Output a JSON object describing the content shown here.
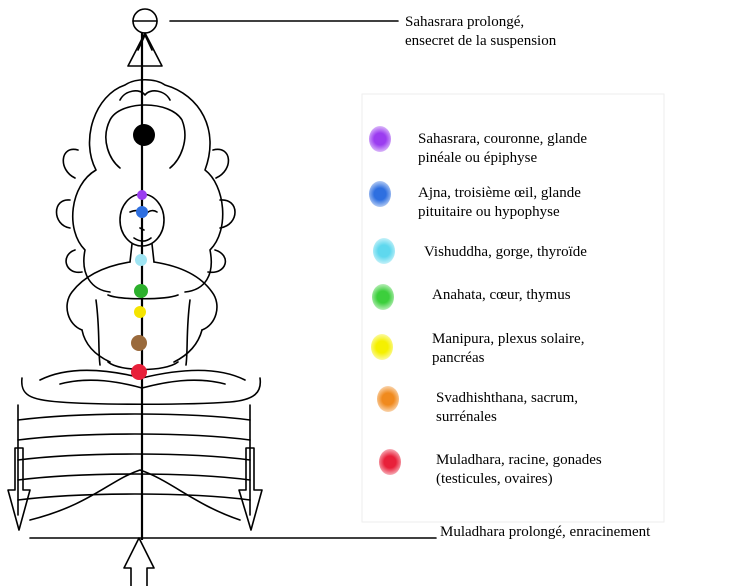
{
  "top_label": "Sahasrara prolongé,\nensecret de la suspension",
  "bottom_label": "Muladhara prolongé, enracinement",
  "chakras": [
    {
      "label": "Sahasrara, couronne, glande\npinéale ou épiphyse",
      "color": "#9b3df0",
      "icon": "sahasrara-dot-icon"
    },
    {
      "label": "Ajna, troisième œil, glande\npituitaire ou hypophyse",
      "color": "#2e6fe0",
      "icon": "ajna-dot-icon"
    },
    {
      "label": "Vishuddha, gorge, thyroïde",
      "color": "#5fd8ee",
      "icon": "vishuddha-dot-icon"
    },
    {
      "label": "Anahata, cœur, thymus",
      "color": "#3ccf3c",
      "icon": "anahata-dot-icon"
    },
    {
      "label": "Manipura, plexus solaire,\npancréas",
      "color": "#f5f000",
      "icon": "manipura-dot-icon"
    },
    {
      "label": "Svadhishthana, sacrum,\nsurrénales",
      "color": "#f08a1e",
      "icon": "svadhishthana-dot-icon"
    },
    {
      "label": "Muladhara, racine, gonades\n(testicules, ovaires)",
      "color": "#e8203a",
      "icon": "muladhara-dot-icon"
    }
  ]
}
